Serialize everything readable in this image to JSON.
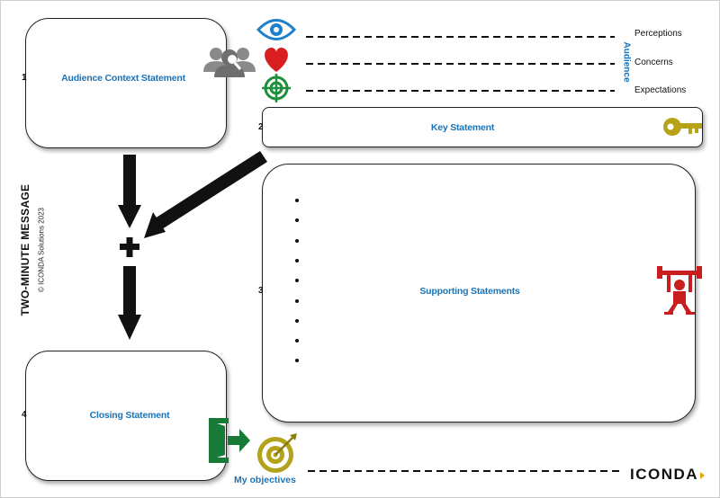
{
  "title": "TWO-MINUTE MESSAGE",
  "copyright": "© ICONDA Solutions 2023",
  "audience": {
    "label": "Audience",
    "items": [
      "Perceptions",
      "Concerns",
      "Expectations"
    ]
  },
  "boxes": {
    "context": {
      "number": "1",
      "label": "Audience Context Statement"
    },
    "key": {
      "number": "2",
      "label": "Key Statement"
    },
    "supporting": {
      "number": "3",
      "label": "Supporting Statements",
      "bullet_count": 9
    },
    "closing": {
      "number": "4",
      "label": "Closing Statement"
    }
  },
  "objectives_label": "My objectives",
  "logo": "ICONDA",
  "icons": {
    "audience": "audience-group-icon",
    "perceptions": "eye-icon",
    "concerns": "heart-icon",
    "expectations": "target-crosshair-icon",
    "key": "key-icon",
    "supporting": "weightlifter-icon",
    "closing": "exit-door-icon",
    "objectives": "bullseye-arrow-icon"
  },
  "colors": {
    "label_blue": "#1a73b8",
    "eye_blue": "#1f80c9",
    "heart_red": "#d81e1e",
    "target_green": "#1e8f3a",
    "key_gold": "#b8a318",
    "lifter_red": "#c81e1e",
    "exit_green": "#177a37",
    "bullseye_gold": "#b3a21a",
    "logo_accent": "#e8a400"
  }
}
